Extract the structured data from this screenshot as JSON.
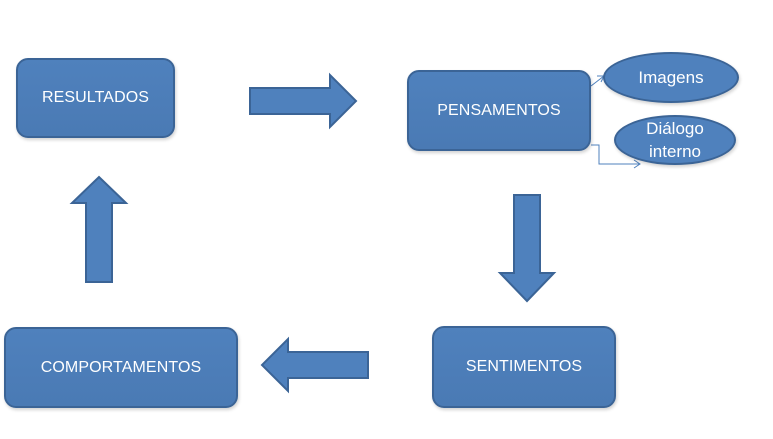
{
  "diagram": {
    "nodes": {
      "resultados": "RESULTADOS",
      "pensamentos": "PENSAMENTOS",
      "sentimentos": "SENTIMENTOS",
      "comportamentos": "COMPORTAMENTOS"
    },
    "branches": {
      "imagens": "Imagens",
      "dialogo_interno": "Diálogo\ninterno"
    },
    "cycle": [
      "resultados",
      "pensamentos",
      "sentimentos",
      "comportamentos",
      "resultados"
    ],
    "colors": {
      "node_fill": "#4f81bd",
      "node_border": "#3b6496",
      "node_text": "#ffffff",
      "connector": "#4f81bd"
    }
  }
}
